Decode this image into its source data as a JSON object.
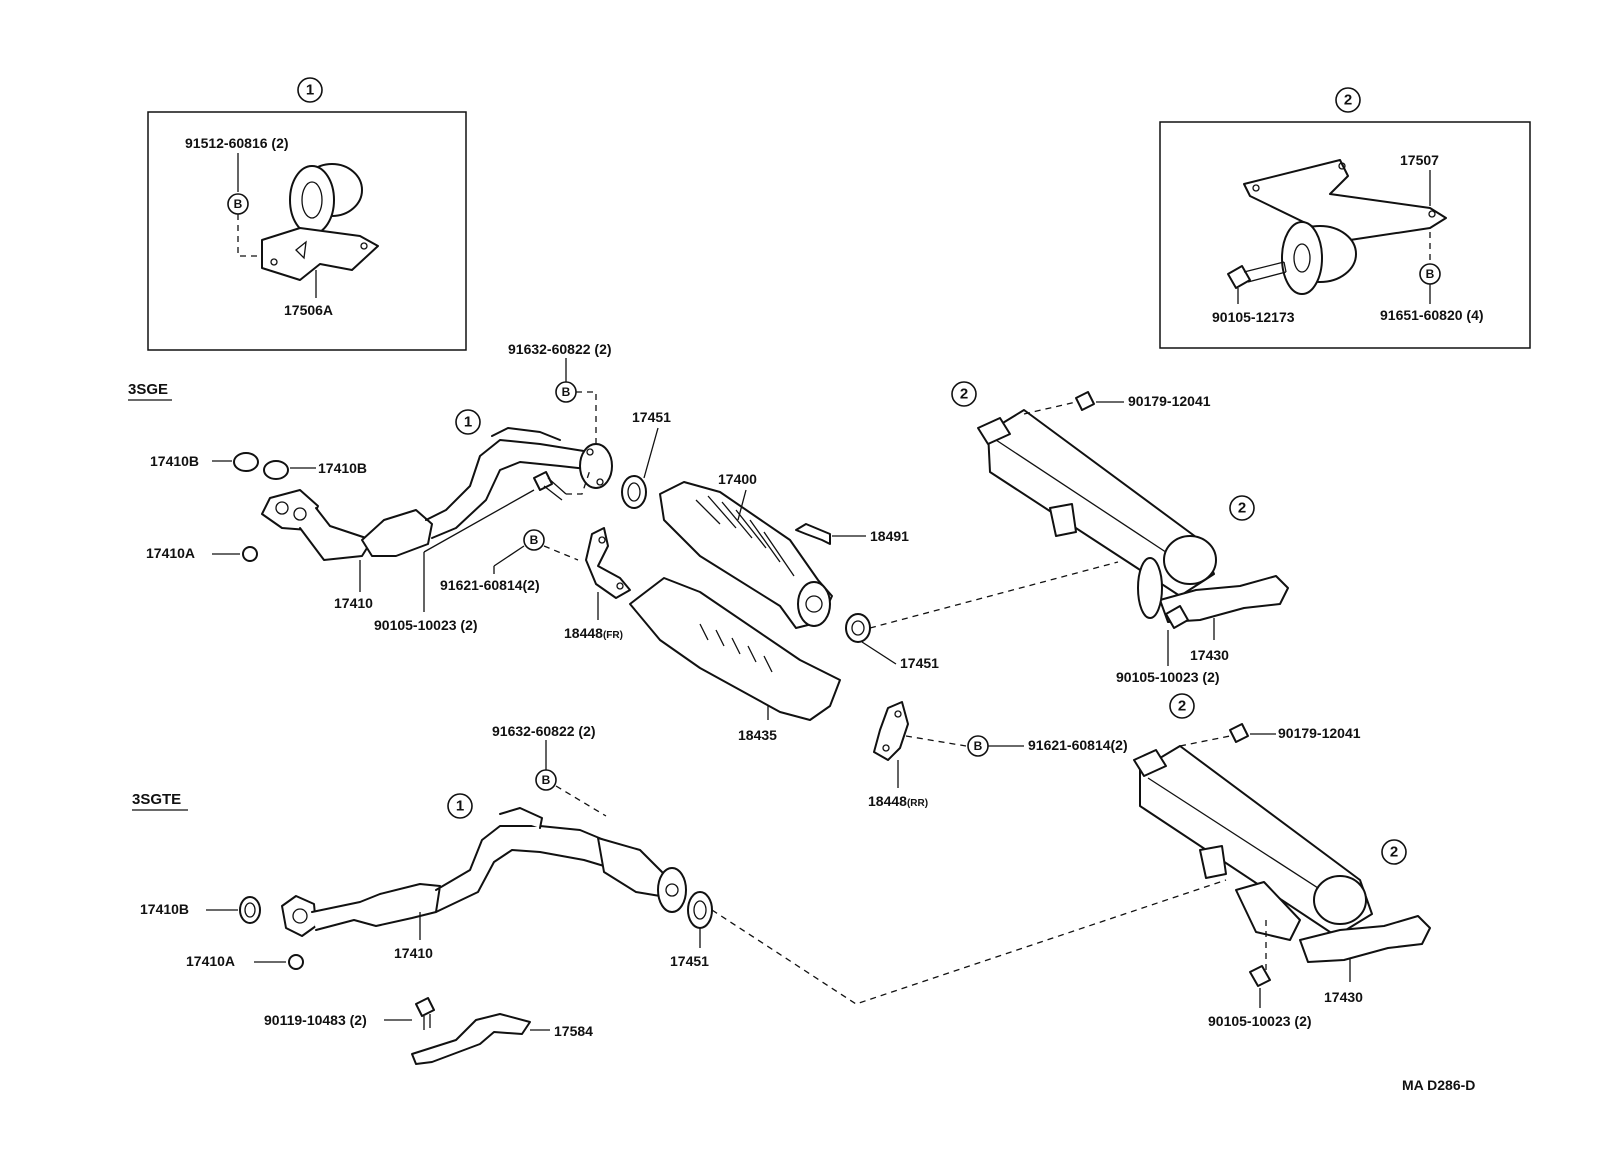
{
  "callouts": {
    "one": "1",
    "two": "2",
    "b": "B"
  },
  "inset1": {
    "bolt": "91512-60816 (2)",
    "hanger": "17506A"
  },
  "inset2": {
    "bracket": "17507",
    "bolt": "90105-12173",
    "nut": "91651-60820 (4)"
  },
  "engine_3sge": {
    "title": "3SGE",
    "bolt_top": "91632-60822 (2)",
    "gasket_17451_top": "17451",
    "gasket_17410b_left": "17410B",
    "gasket_17410b_right": "17410B",
    "nut_17410a": "17410A",
    "pipe_17410": "17410",
    "bolt_90105": "90105-10023 (2)",
    "bolt_91621": "91621-60814(2)",
    "converter_17400": "17400",
    "clip_18491": "18491",
    "insulator_18448fr_num": "18448",
    "insulator_18448fr_suffix": "(FR)",
    "gasket_17451_mid": "17451",
    "heat_shield_18435": "18435",
    "nut_90179": "90179-12041",
    "muffler_17430": "17430",
    "bolt_90105_rear": "90105-10023 (2)",
    "bolt_91621_rr": "91621-60814(2)",
    "insulator_18448rr_num": "18448",
    "insulator_18448rr_suffix": "(RR)"
  },
  "engine_3sgte": {
    "title": "3SGTE",
    "bolt_top": "91632-60822 (2)",
    "gasket_17410b": "17410B",
    "nut_17410a": "17410A",
    "pipe_17410": "17410",
    "gasket_17451": "17451",
    "bolt_90119": "90119-10483 (2)",
    "bracket_17584": "17584",
    "nut_90179": "90179-12041",
    "muffler_17430": "17430",
    "bolt_90105": "90105-10023 (2)"
  },
  "footer": {
    "code": "MA D286-D"
  }
}
